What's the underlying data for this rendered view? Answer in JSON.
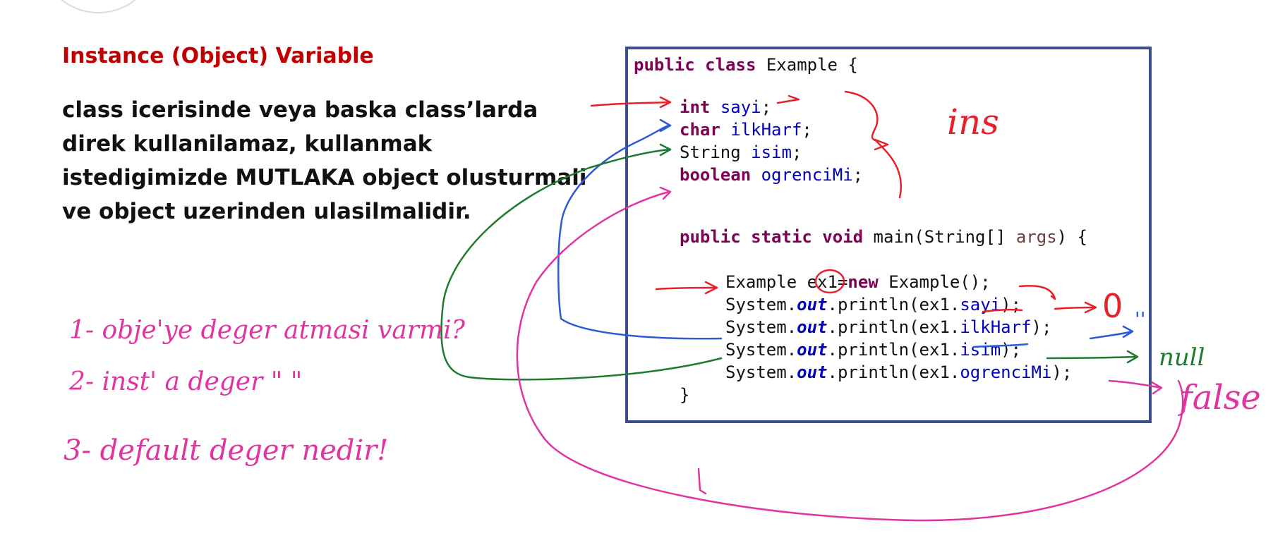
{
  "slide": {
    "title": "Instance (Object) Variable",
    "body_lines": [
      "class icerisinde veya baska class’larda",
      "direk kullanilamaz, kullanmak",
      "istedigimizde MUTLAKA object olusturmali",
      "ve object uzerinden ulasilmalidir."
    ]
  },
  "code": {
    "class_decl_kw": "public class",
    "class_name": " Example {",
    "field_int_kw": "int",
    "field_int_name": "sayi",
    "field_char_kw": "char",
    "field_char_name": "ilkHarf",
    "field_string_type": "String",
    "field_string_name": "isim",
    "field_bool_kw": "boolean",
    "field_bool_name": "ogrenciMi",
    "main_kw": "public static void",
    "main_sig_a": " main(String[] ",
    "main_args": "args",
    "main_sig_b": ") {",
    "new_line_a": "Example ex1=",
    "new_kw": "new",
    "new_line_b": " Example();",
    "print_prefix": "System.",
    "print_out": "out",
    "print_mid": ".println(ex1.",
    "print_end": ");",
    "print_fields": [
      "sayi",
      "ilkHarf",
      "isim",
      "ogrenciMi"
    ],
    "semicolon": ";",
    "close_brace": "}"
  },
  "handwriting": {
    "ins": "ins",
    "zero": "0",
    "null": "null",
    "false": "false",
    "quote": "''",
    "note_1": "1- obje'ye deger atmasi varmi?",
    "note_2": "2- inst' a deger \" \"",
    "note_3": "3- default deger nedir!"
  },
  "colors": {
    "title": "#c00000",
    "box_border": "#3b4f8a",
    "keyword": "#7f0055",
    "field": "#0000c0",
    "ink_red": "#e8202a",
    "ink_blue": "#2d5bd6",
    "ink_green": "#1e7b2e",
    "ink_pink": "#e0359f"
  }
}
